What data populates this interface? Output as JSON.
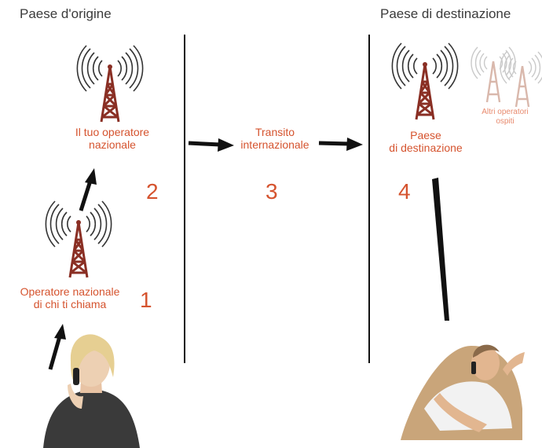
{
  "headings": {
    "origin": "Paese d'origine",
    "destination": "Paese di destinazione"
  },
  "labels": {
    "national_operator": [
      "Il tuo operatore",
      "nazionale"
    ],
    "caller_operator": [
      "Operatore nazionale",
      "di chi ti chiama"
    ],
    "transit": [
      "Transito",
      "internazionale"
    ],
    "destination_country": [
      "Paese",
      "di destinazione"
    ],
    "other_operators": [
      "Altri operatori",
      "ospiti"
    ]
  },
  "steps": [
    "1",
    "2",
    "3",
    "4"
  ],
  "colors": {
    "accent": "#d5532e",
    "tower": "#8a2f24",
    "tower_faded": "#d9b8ac",
    "divider": "#111111",
    "arrow": "#111111",
    "heading": "#3b3b3b"
  },
  "icons": [
    "radio-tower-icon",
    "arrow-icon",
    "woman-on-phone-photo",
    "man-on-phone-photo"
  ]
}
